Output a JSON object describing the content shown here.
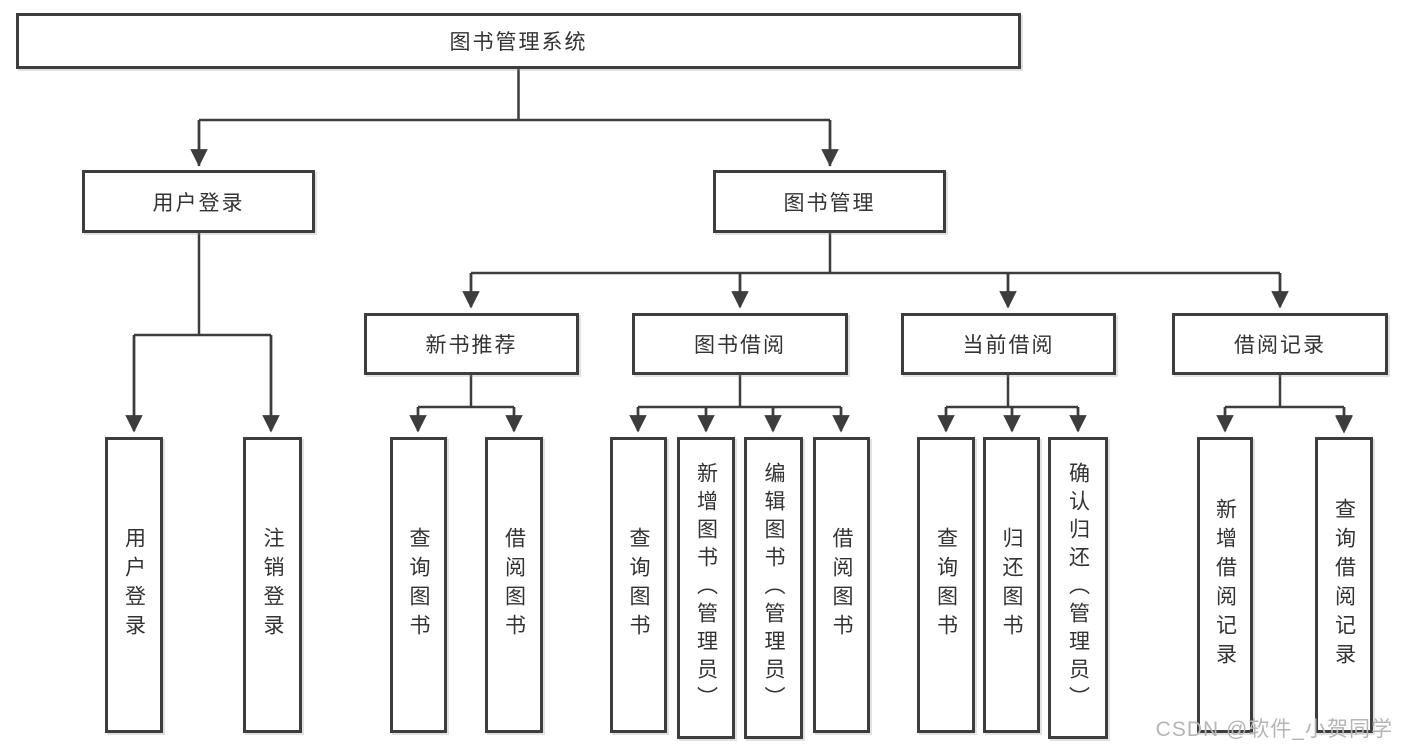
{
  "diagram": {
    "type": "hierarchy-diagram",
    "colors": {
      "line": "#3d3d3d",
      "text": "#333333",
      "box_bg": "#ffffff",
      "watermark": "#b5b5b5"
    },
    "watermark": "CSDN @软件_小贺同学",
    "nodes": {
      "root": {
        "label": "图书管理系统"
      },
      "level2": [
        {
          "label": "用户登录",
          "parent": "图书管理系统"
        },
        {
          "label": "图书管理",
          "parent": "图书管理系统"
        }
      ],
      "level3": [
        {
          "label": "新书推荐",
          "parent": "图书管理"
        },
        {
          "label": "图书借阅",
          "parent": "图书管理"
        },
        {
          "label": "当前借阅",
          "parent": "图书管理"
        },
        {
          "label": "借阅记录",
          "parent": "图书管理"
        }
      ],
      "leaves": [
        {
          "label": "用户登录",
          "parent": "用户登录"
        },
        {
          "label": "注销登录",
          "parent": "用户登录"
        },
        {
          "label": "查询图书",
          "parent": "新书推荐"
        },
        {
          "label": "借阅图书",
          "parent": "新书推荐"
        },
        {
          "label": "查询图书",
          "parent": "图书借阅"
        },
        {
          "label": "新增图书（管理员）",
          "parent": "图书借阅"
        },
        {
          "label": "编辑图书（管理员）",
          "parent": "图书借阅"
        },
        {
          "label": "借阅图书",
          "parent": "图书借阅"
        },
        {
          "label": "查询图书",
          "parent": "当前借阅"
        },
        {
          "label": "归还图书",
          "parent": "当前借阅"
        },
        {
          "label": "确认归还（管理员）",
          "parent": "当前借阅"
        },
        {
          "label": "新增借阅记录",
          "parent": "借阅记录"
        },
        {
          "label": "查询借阅记录",
          "parent": "借阅记录"
        }
      ]
    }
  }
}
